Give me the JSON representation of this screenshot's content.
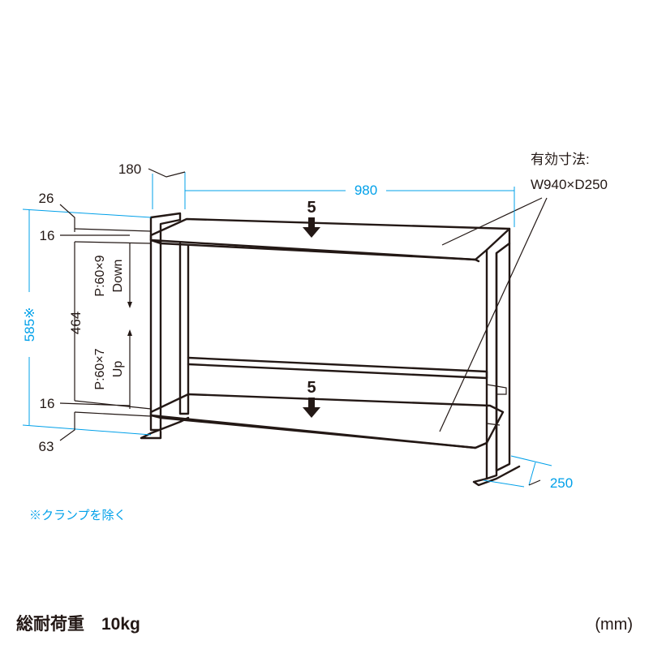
{
  "colors": {
    "ink": "#231815",
    "dimension": "#00a0e9",
    "background": "#ffffff"
  },
  "dimensions": {
    "depth_top": "180",
    "width": "980",
    "top_offset": "26",
    "shelf_thickness_top": "16",
    "shelf_thickness_bottom": "16",
    "pitch_range": "464",
    "total_height": "585※",
    "bottom_offset": "63",
    "depth_bottom": "250"
  },
  "pitch": {
    "top_line1": "P:60×9",
    "top_line2": "Down",
    "bottom_line1": "P:60×7",
    "bottom_line2": "Up"
  },
  "load_labels": {
    "upper": "5",
    "lower": "5"
  },
  "effective_size": {
    "line1": "有効寸法:",
    "line2": "W940×D250"
  },
  "note": "※クランプを除く",
  "footer": {
    "load_capacity": "総耐荷重　10kg",
    "unit": "(mm)"
  }
}
